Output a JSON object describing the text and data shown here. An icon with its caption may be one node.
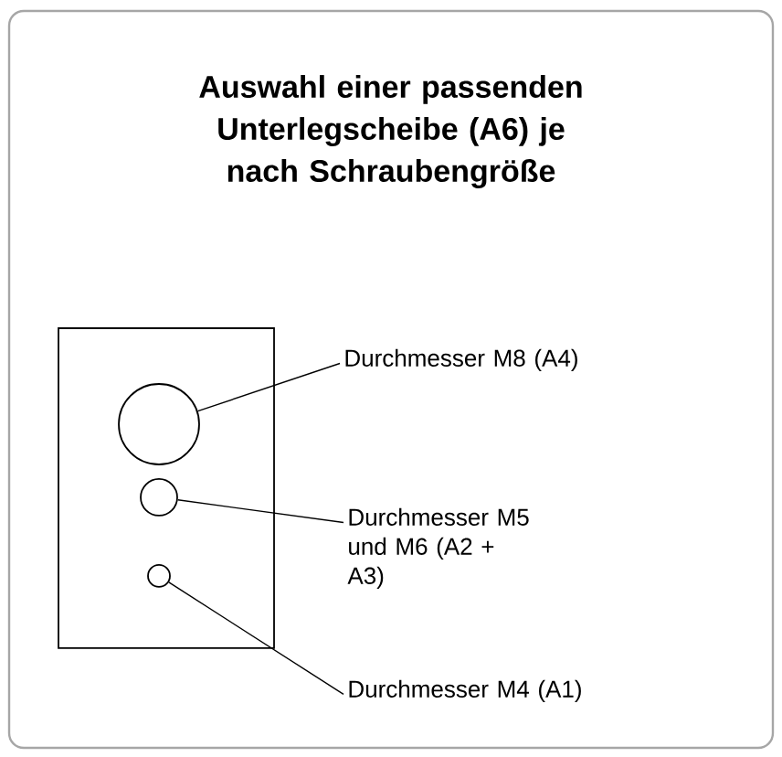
{
  "diagram": {
    "title": "Auswahl einer passenden Unterlegscheibe (A6) je nach Schraubengröße",
    "nodes": [
      {
        "text": [],
        "shape": "box"
      },
      {
        "text": [],
        "shape": "circle",
        "in": 0
      },
      {
        "text": [],
        "shape": "circle",
        "in": 0
      },
      {
        "text": [],
        "shape": "circle",
        "in": 0
      },
      {
        "text": [
          "Durchmesser M8 (A4)"
        ]
      },
      {
        "text": [
          "Durchmesser M5 und M6 (A2 + A3)"
        ]
      },
      {
        "text": [
          "Durchmesser M4 (A1)"
        ]
      }
    ],
    "edges": [
      {
        "from": 4,
        "to": 1,
        "arrow": "none"
      },
      {
        "from": 5,
        "to": 2,
        "arrow": "none"
      },
      {
        "from": 6,
        "to": 3,
        "arrow": "none"
      }
    ]
  }
}
